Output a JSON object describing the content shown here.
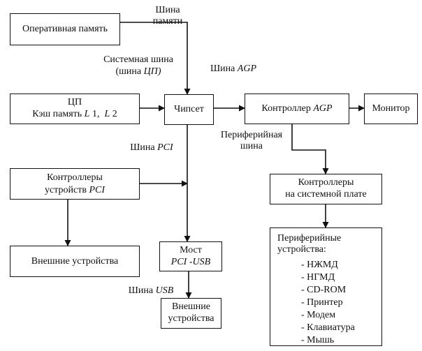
{
  "blocks": {
    "ram": "Оперативная память",
    "cpu_title": "ЦП",
    "cpu_cache": "Кэш память",
    "cpu_l1": "L",
    "cpu_l1_num": "1,",
    "cpu_l2": "L",
    "cpu_l2_num": "2",
    "chipset": "Чипсет",
    "agp_controller": "Контроллер",
    "agp_controller_abbr": "AGP",
    "monitor": "Монитор",
    "pci_ctrl_line1": "Контроллеры",
    "pci_ctrl_line2": "устройств",
    "pci_ctrl_abbr": "PCI",
    "ext_devices": "Внешние устройства",
    "board_ctrl_line1": "Контроллеры",
    "board_ctrl_line2": "на системной плате",
    "bridge_title": "Мост",
    "bridge_sub": "PCI -USB",
    "usb_devices_line1": "Внешние",
    "usb_devices_line2": "устройства",
    "periph_title1": "Периферийные",
    "periph_title2": "устройства:",
    "periph_items": [
      "- НЖМД",
      "- НГМД",
      "- CD-ROM",
      "- Принтер",
      "- Модем",
      "- Клавиатура",
      "- Мышь"
    ]
  },
  "labels": {
    "mem_bus_1": "Шина",
    "mem_bus_2": "памяти",
    "sys_bus_1": "Системная шина",
    "sys_bus_2": "(шина",
    "sys_bus_2b": "ЦП)",
    "agp_bus": "Шина",
    "agp_bus_abbr": "AGP",
    "pci_bus": "Шина",
    "pci_bus_abbr": "PCI",
    "periph_bus_1": "Периферийная",
    "periph_bus_2": "шина",
    "usb_bus": "Шина",
    "usb_bus_abbr": "USB"
  }
}
